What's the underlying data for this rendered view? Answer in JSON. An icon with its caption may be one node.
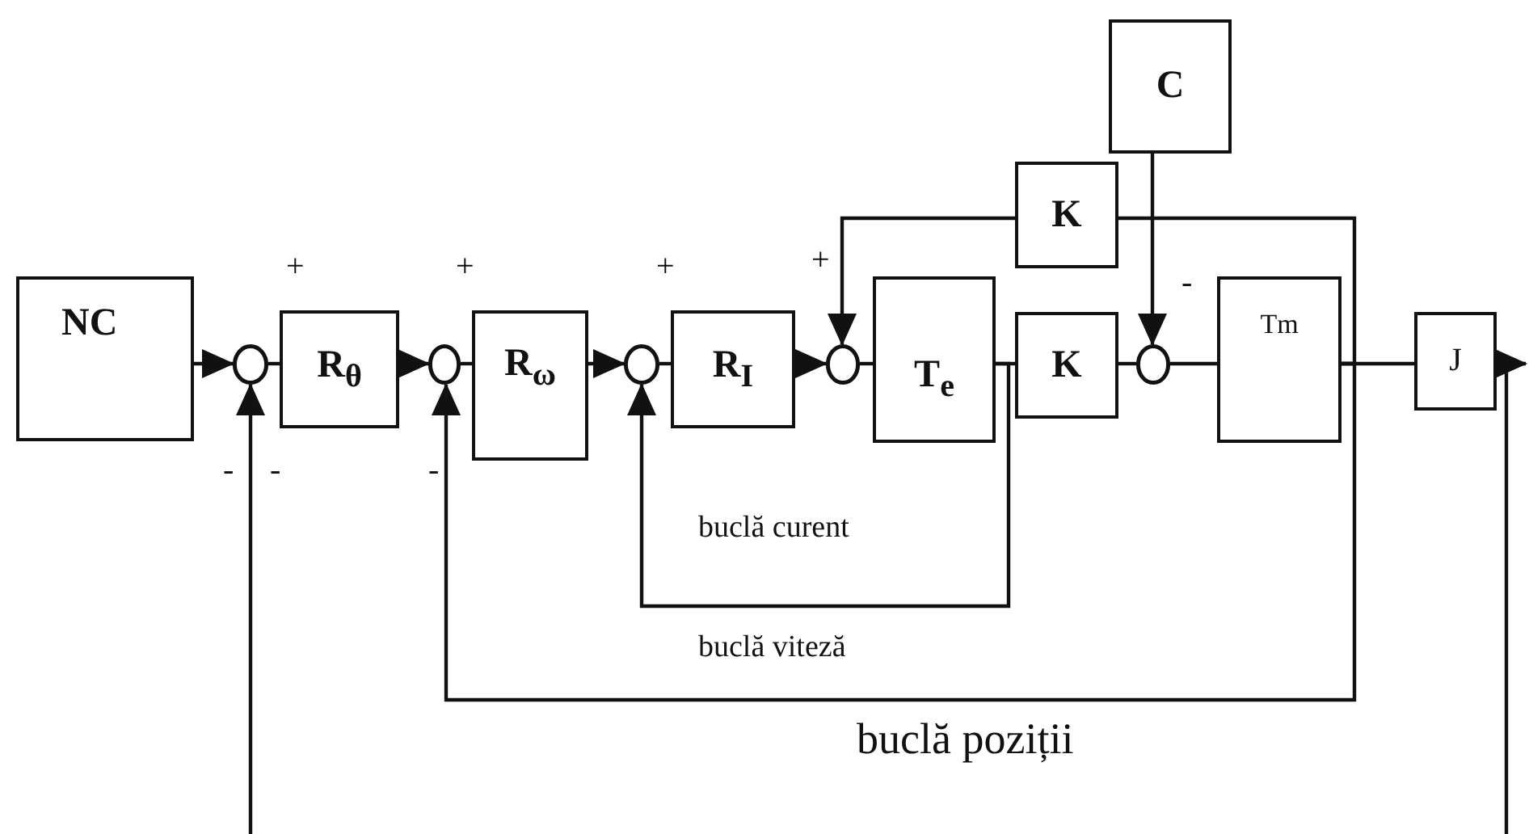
{
  "diagram": {
    "nodes": [
      {
        "text": [
          "NC"
        ]
      },
      {
        "text": [],
        "shape": "circle"
      },
      {
        "text": [
          "R$_{θ}$"
        ]
      },
      {
        "text": [],
        "shape": "circle"
      },
      {
        "text": [
          "R$_{ω}$"
        ]
      },
      {
        "text": [],
        "shape": "circle"
      },
      {
        "text": [
          "R$_{I}$"
        ]
      },
      {
        "text": [],
        "shape": "circle"
      },
      {
        "text": [
          "T$_{e}$"
        ]
      },
      {
        "text": [
          "K"
        ]
      },
      {
        "text": [
          "K"
        ]
      },
      {
        "text": [
          "C"
        ]
      },
      {
        "text": [],
        "shape": "circle"
      },
      {
        "text": [
          "Tm"
        ]
      },
      {
        "text": [
          "J"
        ]
      }
    ],
    "edges": [
      {
        "from": 0,
        "to": 1,
        "arrow": "to"
      },
      {
        "from": 1,
        "to": 2,
        "arrow": "none"
      },
      {
        "from": 2,
        "to": 3,
        "arrow": "to"
      },
      {
        "from": 3,
        "to": 4,
        "arrow": "none"
      },
      {
        "from": 4,
        "to": 5,
        "arrow": "to"
      },
      {
        "from": 5,
        "to": 6,
        "arrow": "none"
      },
      {
        "from": 6,
        "to": 7,
        "arrow": "to"
      },
      {
        "from": 7,
        "to": 8,
        "arrow": "none"
      },
      {
        "from": 8,
        "to": 9,
        "arrow": "none"
      },
      {
        "from": 9,
        "to": 12,
        "arrow": "none"
      },
      {
        "from": 11,
        "to": 12,
        "arrow": "to"
      },
      {
        "from": 12,
        "to": 13,
        "arrow": "none"
      },
      {
        "from": 13,
        "to": 14,
        "arrow": "none"
      },
      {
        "from": 14,
        "to": null,
        "arrow": "to"
      },
      {
        "from": 13,
        "to": 10,
        "arrow": "none"
      },
      {
        "from": 10,
        "to": 7,
        "arrow": "to"
      },
      {
        "from": 8,
        "to": 5,
        "arrow": "to"
      },
      {
        "from": 13,
        "to": 3,
        "arrow": "to"
      },
      {
        "from": 14,
        "to": null,
        "arrow": "none"
      },
      {
        "from": null,
        "to": 1,
        "arrow": "to"
      }
    ],
    "labels": [
      "+",
      "+",
      "+",
      "+",
      "-",
      "-",
      "-",
      "-",
      "buclă curent",
      "buclă viteză",
      "buclă poziții"
    ]
  }
}
